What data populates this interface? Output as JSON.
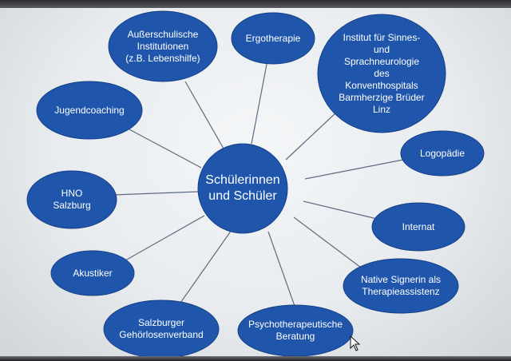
{
  "diagram": {
    "center": {
      "label": "Schülerinnen\nund Schüler"
    },
    "nodes": [
      {
        "id": "ausserschulische",
        "label": "Außerschulische\nInstitutionen\n(z.B. Lebenshilfe)"
      },
      {
        "id": "ergotherapie",
        "label": "Ergotherapie"
      },
      {
        "id": "institut",
        "label": "Institut für Sinnes-\nund\nSprachneurologie\ndes\nKonventhospitals\nBarmherzige Brüder\nLinz"
      },
      {
        "id": "jugendcoaching",
        "label": "Jugendcoaching"
      },
      {
        "id": "logopaedie",
        "label": "Logopädie"
      },
      {
        "id": "hno",
        "label": "HNO\nSalzburg"
      },
      {
        "id": "internat",
        "label": "Internat"
      },
      {
        "id": "akustiker",
        "label": "Akustiker"
      },
      {
        "id": "native-signerin",
        "label": "Native Signerin als\nTherapieassistenz"
      },
      {
        "id": "gehoerlosenverband",
        "label": "Salzburger\nGehörlosenverband"
      },
      {
        "id": "psychotherapeutische",
        "label": "Psychotherapeutische\nBeratung"
      }
    ]
  },
  "colors": {
    "node_fill": "#1f56ac",
    "node_stroke": "#163f85",
    "connector": "#5c6b80",
    "text": "#ffffff"
  },
  "icons": {
    "cursor": "mouse-pointer-icon"
  }
}
